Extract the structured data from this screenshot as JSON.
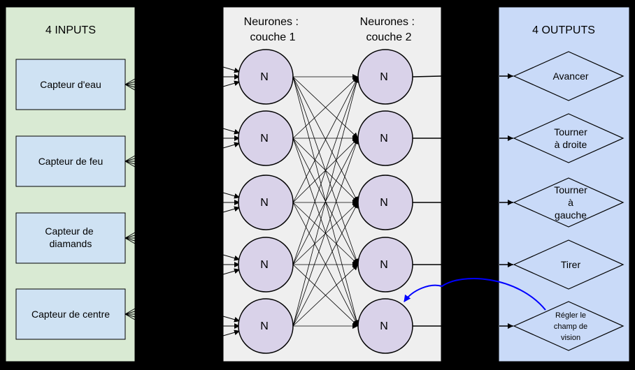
{
  "colors": {
    "background": "#000000",
    "inputs_panel": "#d9ead3",
    "hidden_panel": "#efefef",
    "outputs_panel": "#c9daf8",
    "input_box": "#cfe2f3",
    "neuron": "#d9d2e9",
    "output_diamond": "#c9daf8",
    "annotation_arrow": "#0000ff"
  },
  "inputs_panel": {
    "title": "4 INPUTS",
    "sensors": [
      {
        "label": "Capteur d'eau"
      },
      {
        "label": "Capteur de feu"
      },
      {
        "label_lines": [
          "Capteur de",
          "diamands"
        ]
      },
      {
        "label": "Capteur de centre"
      }
    ]
  },
  "hidden_panel": {
    "layer1_title_lines": [
      "Neurones :",
      "couche 1"
    ],
    "layer2_title_lines": [
      "Neurones :",
      "couche 2"
    ],
    "neuron_label": "N",
    "neurons_per_layer": 5
  },
  "outputs_panel": {
    "title": "4 OUTPUTS",
    "actions": [
      {
        "label_lines": [
          "Avancer"
        ]
      },
      {
        "label_lines": [
          "Tourner",
          "à droite"
        ]
      },
      {
        "label_lines": [
          "Tourner",
          "à",
          "gauche"
        ]
      },
      {
        "label_lines": [
          "Tirer"
        ]
      },
      {
        "label_lines": [
          "Régler le",
          "champ de",
          "vision"
        ]
      }
    ]
  },
  "icons": {
    "edge": "arrow-icon",
    "annotation": "curved-arrow-icon"
  }
}
